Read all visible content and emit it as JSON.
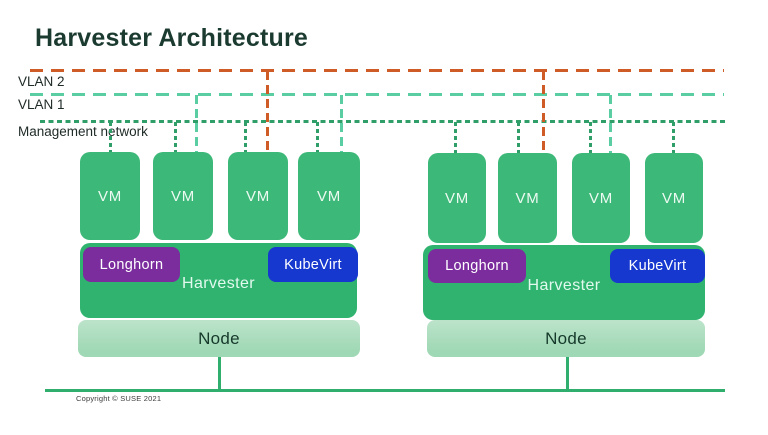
{
  "title": "Harvester Architecture",
  "colors": {
    "title": "#1b3b30",
    "vm_green": "#3cb878",
    "harvester_green": "#2fb36f",
    "node_green": "#9fd8b4",
    "connector_green": "#2fae6d"
  },
  "networks": [
    {
      "label": "VLAN 2",
      "color": "#cf5b27"
    },
    {
      "label": "VLAN 1",
      "color": "#5bcda2"
    },
    {
      "label": "Management network",
      "color": "#2f9e68"
    }
  ],
  "clusters": [
    {
      "vms": [
        {
          "label": "VM"
        },
        {
          "label": "VM"
        },
        {
          "label": "VM"
        },
        {
          "label": "VM"
        }
      ],
      "harvester": {
        "label": "Harvester"
      },
      "longhorn": {
        "label": "Longhorn",
        "color": "#7b2d9e"
      },
      "kubevirt": {
        "label": "KubeVirt",
        "color": "#1638cf"
      },
      "node": {
        "label": "Node"
      }
    },
    {
      "vms": [
        {
          "label": "VM"
        },
        {
          "label": "VM"
        },
        {
          "label": "VM"
        },
        {
          "label": "VM"
        }
      ],
      "harvester": {
        "label": "Harvester"
      },
      "longhorn": {
        "label": "Longhorn",
        "color": "#7b2d9e"
      },
      "kubevirt": {
        "label": "KubeVirt",
        "color": "#1638cf"
      },
      "node": {
        "label": "Node"
      }
    }
  ],
  "footer": {
    "copyright": "Copyright © SUSE 2021"
  }
}
